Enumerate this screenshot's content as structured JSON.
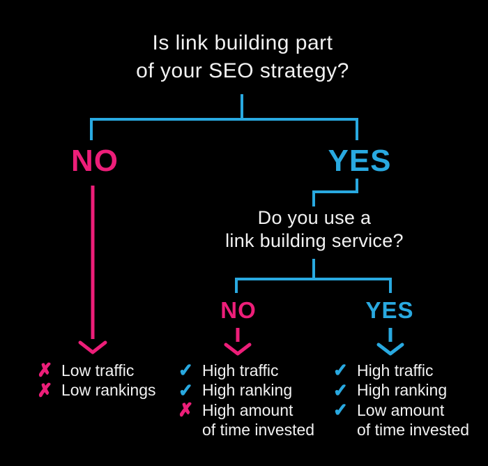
{
  "colors": {
    "background": "#000000",
    "text": "#f2f2f2",
    "pink": "#ed1e79",
    "blue": "#29a9e0"
  },
  "title": {
    "line1": "Is link building part",
    "line2": "of your SEO strategy?"
  },
  "branch1": {
    "no_label": "NO",
    "yes_label": "YES"
  },
  "question2": {
    "line1": "Do you use a",
    "line2": "link building service?"
  },
  "branch2": {
    "no_label": "NO",
    "yes_label": "YES"
  },
  "outcomes": {
    "no_branch": [
      {
        "icon": "cross-icon",
        "glyph": "✗",
        "text": "Low traffic"
      },
      {
        "icon": "cross-icon",
        "glyph": "✗",
        "text": "Low rankings"
      }
    ],
    "service_no": [
      {
        "icon": "check-icon",
        "glyph": "✓",
        "text": "High traffic"
      },
      {
        "icon": "check-icon",
        "glyph": "✓",
        "text": "High ranking"
      },
      {
        "icon": "cross-icon",
        "glyph": "✗",
        "text": "High amount"
      },
      {
        "icon": "none",
        "glyph": "",
        "text": "of time invested"
      }
    ],
    "service_yes": [
      {
        "icon": "check-icon",
        "glyph": "✓",
        "text": "High traffic"
      },
      {
        "icon": "check-icon",
        "glyph": "✓",
        "text": "High ranking"
      },
      {
        "icon": "check-icon",
        "glyph": "✓",
        "text": "Low amount"
      },
      {
        "icon": "none",
        "glyph": "",
        "text": "of time invested"
      }
    ]
  }
}
